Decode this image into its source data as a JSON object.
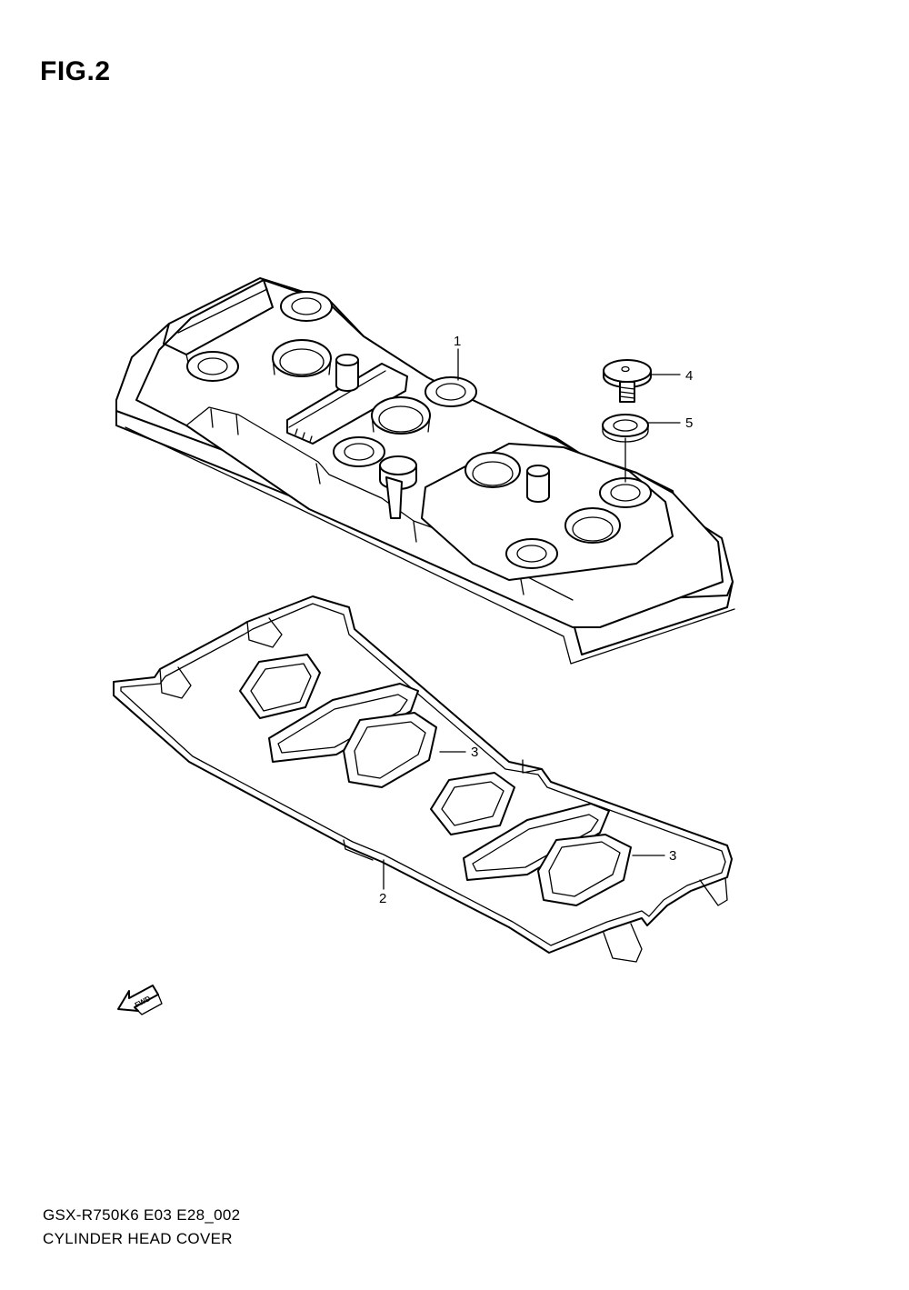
{
  "figure": {
    "title": "FIG.2",
    "model_code": "GSX-R750K6 E03 E28_002",
    "part_group": "CYLINDER HEAD COVER"
  },
  "callouts": [
    {
      "id": "part-1",
      "label": "1"
    },
    {
      "id": "part-2",
      "label": "2"
    },
    {
      "id": "part-3a",
      "label": "3"
    },
    {
      "id": "part-3b",
      "label": "3"
    },
    {
      "id": "part-4",
      "label": "4"
    },
    {
      "id": "part-5",
      "label": "5"
    }
  ],
  "direction_marker": {
    "label": "FWD",
    "icon": "fwd-arrow-icon"
  }
}
